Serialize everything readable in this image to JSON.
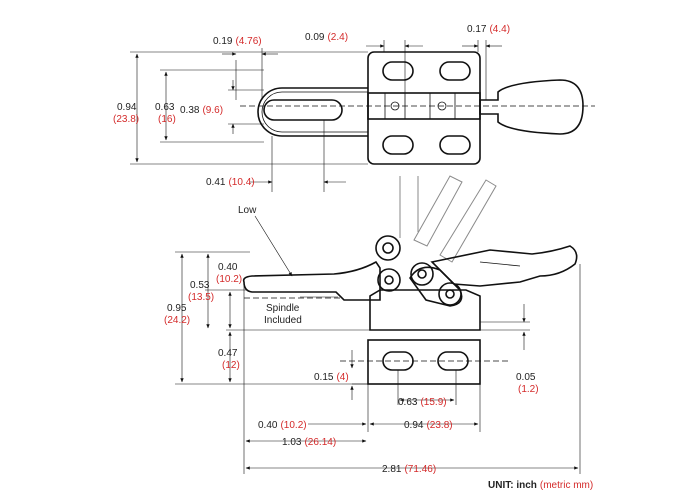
{
  "top_view": {
    "d_0_19": {
      "inch": "0.19",
      "mm": "(4.76)"
    },
    "d_0_09": {
      "inch": "0.09",
      "mm": "(2.4)"
    },
    "d_0_17": {
      "inch": "0.17",
      "mm": "(4.4)"
    },
    "d_0_94": {
      "inch": "0.94",
      "mm": "(23.8)"
    },
    "d_0_63": {
      "inch": "0.63",
      "mm": "(16)"
    },
    "d_0_38": {
      "inch": "0.38",
      "mm": "(9.6)"
    },
    "d_0_41": {
      "inch": "0.41",
      "mm": "(10.4)"
    }
  },
  "side_view": {
    "label_low": "Low",
    "label_spindle": [
      "Spindle",
      "Included"
    ],
    "d_0_40v": {
      "inch": "0.40",
      "mm": "(10.2)"
    },
    "d_0_53": {
      "inch": "0.53",
      "mm": "(13.5)"
    },
    "d_0_95": {
      "inch": "0.95",
      "mm": "(24.2)"
    },
    "d_0_47": {
      "inch": "0.47",
      "mm": "(12)"
    },
    "d_0_15": {
      "inch": "0.15",
      "mm": "(4)"
    },
    "d_0_05": {
      "inch": "0.05",
      "mm": "(1.2)"
    },
    "d_0_63h": {
      "inch": "0.63",
      "mm": "(15.9)"
    },
    "d_0_40h": {
      "inch": "0.40",
      "mm": "(10.2)"
    },
    "d_0_94h": {
      "inch": "0.94",
      "mm": "(23.8)"
    },
    "d_1_03": {
      "inch": "1.03",
      "mm": "(26.14)"
    },
    "d_2_81": {
      "inch": "2.81",
      "mm": "(71.46)"
    }
  },
  "unit_note": {
    "prefix": "UNIT: inch",
    "metric": "(metric mm)"
  }
}
